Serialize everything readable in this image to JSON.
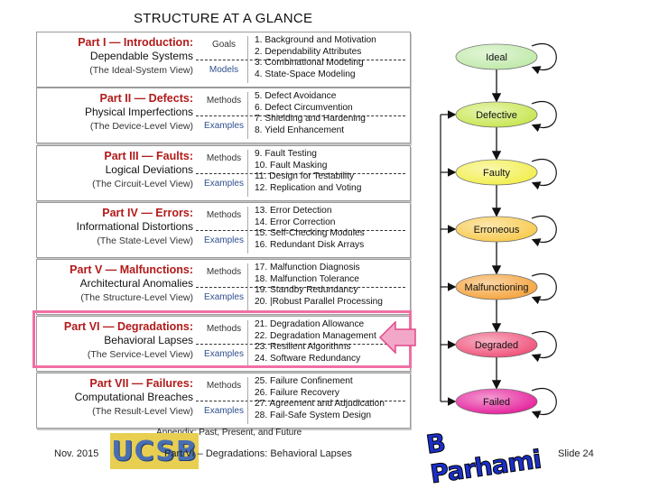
{
  "heading": "STRUCTURE AT A GLANCE",
  "parts": [
    {
      "name": "Part I — Introduction:",
      "sub": "Dependable Systems",
      "view": "(The Ideal-System View)",
      "label1": "Goals",
      "label2": "Models",
      "chapters": [
        "1. Background and Motivation",
        "2. Dependability Attributes",
        "3. Combinational Modeling",
        "4. State-Space Modeling"
      ]
    },
    {
      "name": "Part II — Defects:",
      "sub": "Physical Imperfections",
      "view": "(The Device-Level View)",
      "label1": "Methods",
      "label2": "Examples",
      "chapters": [
        "5. Defect Avoidance",
        "6. Defect Circumvention",
        "7. Shielding and Hardening",
        "8. Yield Enhancement"
      ]
    },
    {
      "name": "Part III — Faults:",
      "sub": "Logical Deviations",
      "view": "(The Circuit-Level View)",
      "label1": "Methods",
      "label2": "Examples",
      "chapters": [
        "9. Fault Testing",
        "10. Fault Masking",
        "11. Design for Testability",
        "12. Replication and Voting"
      ]
    },
    {
      "name": "Part IV — Errors:",
      "sub": "Informational Distortions",
      "view": "(The State-Level View)",
      "label1": "Methods",
      "label2": "Examples",
      "chapters": [
        "13. Error Detection",
        "14. Error Correction",
        "15. Self-Checking Modules",
        "16. Redundant Disk Arrays"
      ]
    },
    {
      "name": "Part V — Malfunctions:",
      "sub": "Architectural Anomalies",
      "view": "(The Structure-Level View)",
      "label1": "Methods",
      "label2": "Examples",
      "chapters": [
        "17. Malfunction Diagnosis",
        "18. Malfunction Tolerance",
        "19. Standby Redundancy",
        "20. |Robust Parallel Processing"
      ]
    },
    {
      "name": "Part VI — Degradations:",
      "sub": "Behavioral Lapses",
      "view": "(The Service-Level View)",
      "label1": "Methods",
      "label2": "Examples",
      "chapters": [
        "21. Degradation Allowance",
        "22. Degradation Management",
        "23. Resilient Algorithms",
        "24. Software Redundancy"
      ]
    },
    {
      "name": "Part VII — Failures:",
      "sub": "Computational Breaches",
      "view": "(The Result-Level View)",
      "label1": "Methods",
      "label2": "Examples",
      "chapters": [
        "25. Failure Confinement",
        "26. Failure Recovery",
        "27. Agreement and Adjudication",
        "28. Fail-Safe System Design"
      ]
    }
  ],
  "states": [
    {
      "label": "Ideal",
      "color": "#bfe9a8"
    },
    {
      "label": "Defective",
      "color": "#c7e64e"
    },
    {
      "label": "Faulty",
      "color": "#f2ee4a"
    },
    {
      "label": "Erroneous",
      "color": "#f8c94a"
    },
    {
      "label": "Malfunctioning",
      "color": "#f5a23a"
    },
    {
      "label": "Degraded",
      "color": "#ef4f78"
    },
    {
      "label": "Failed",
      "color": "#e51e9a"
    }
  ],
  "appendix": "Appendix: Past, Present, and Future",
  "footer": {
    "date": "Nov. 2015",
    "logo_text": "UCSB",
    "slide_title": "Part VI – Degradations: Behavioral Lapses",
    "author_logo": "B Parhami",
    "slide_number": "Slide 24"
  }
}
